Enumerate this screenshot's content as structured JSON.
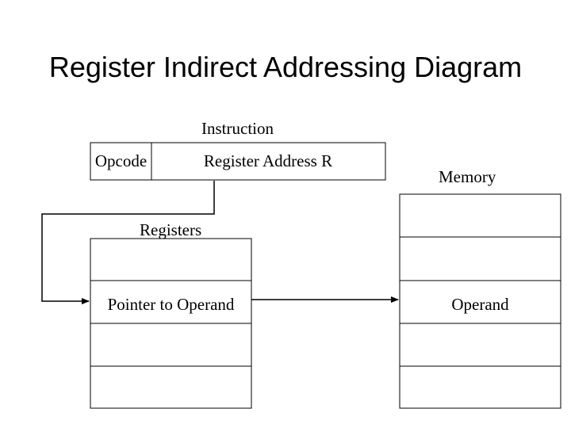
{
  "title": "Register Indirect Addressing Diagram",
  "instruction": {
    "label": "Instruction",
    "opcode": "Opcode",
    "register_field": "Register Address R"
  },
  "registers": {
    "label": "Registers",
    "pointer_cell": "Pointer to Operand"
  },
  "memory": {
    "label": "Memory",
    "operand_cell": "Operand"
  }
}
